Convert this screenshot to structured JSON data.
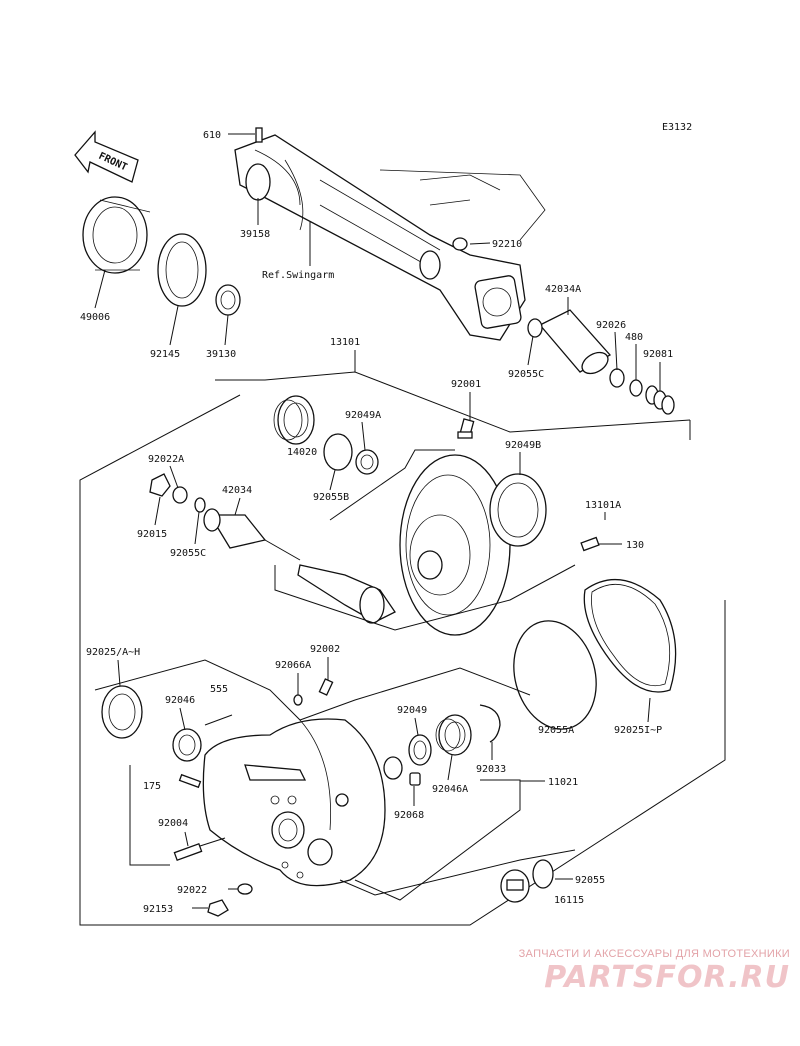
{
  "diagram_code": "E3132",
  "front_label": "FRONT",
  "swingarm_ref": "Ref.Swingarm",
  "labels": {
    "p610": "610",
    "p39158": "39158",
    "p92210": "92210",
    "p49006": "49006",
    "p92145": "92145",
    "p39130": "39130",
    "p42034A": "42034A",
    "p92026": "92026",
    "p480": "480",
    "p92081": "92081",
    "p92055C_top": "92055C",
    "p13101": "13101",
    "p92001": "92001",
    "p92049A": "92049A",
    "p92049B": "92049B",
    "p14020": "14020",
    "p92055B": "92055B",
    "p92022A": "92022A",
    "p42034": "42034",
    "p92015": "92015",
    "p92055C": "92055C",
    "p13101A": "13101A",
    "p130": "130",
    "p92025": "92025/A~H",
    "p92002": "92002",
    "p92066A": "92066A",
    "p92046": "92046",
    "p555": "555",
    "p92049": "92049",
    "p92033": "92033",
    "p92046A": "92046A",
    "p92055A": "92055A",
    "p92025I": "92025I~P",
    "p175": "175",
    "p11021": "11021",
    "p92068": "92068",
    "p92004": "92004",
    "p92055": "92055",
    "p16115": "16115",
    "p92022": "92022",
    "p92153": "92153"
  },
  "watermark": {
    "subtitle": "ЗАПЧАСТИ И АКСЕССУАРЫ ДЛЯ МОТОТЕХНИКИ",
    "brand": "PARTSFOR.RU"
  }
}
